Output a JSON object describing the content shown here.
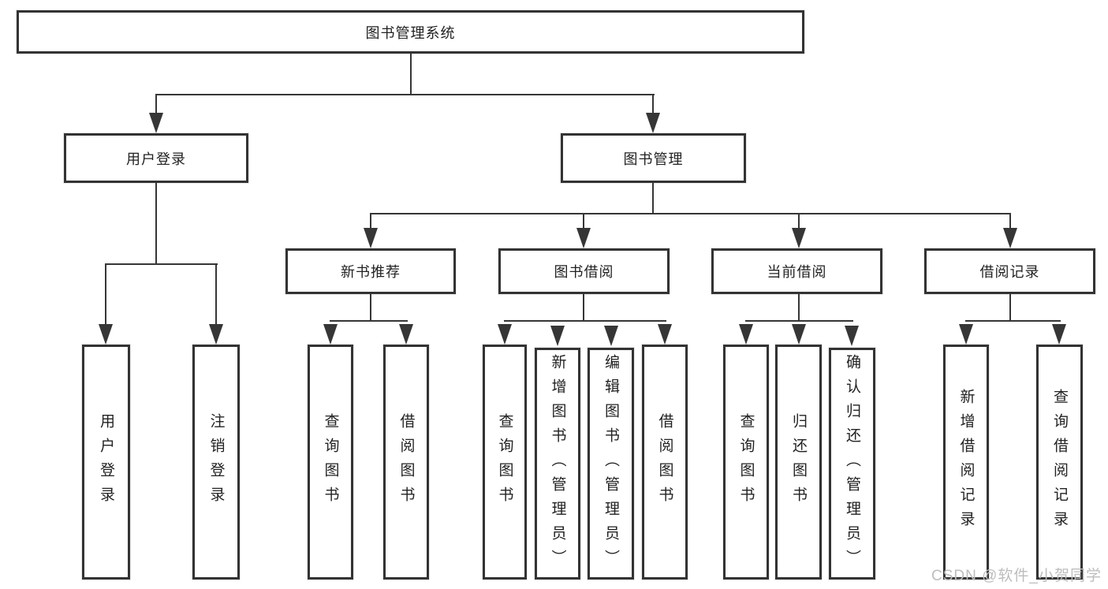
{
  "diagram": {
    "root": {
      "label": "图书管理系统"
    },
    "level2": [
      {
        "label": "用户登录"
      },
      {
        "label": "图书管理"
      }
    ],
    "level3": [
      {
        "label": "新书推荐"
      },
      {
        "label": "图书借阅"
      },
      {
        "label": "当前借阅"
      },
      {
        "label": "借阅记录"
      }
    ],
    "leaves": {
      "user_login": [
        {
          "label": "用户登录"
        },
        {
          "label": "注销登录"
        }
      ],
      "recommend": [
        {
          "label": "查询图书"
        },
        {
          "label": "借阅图书"
        }
      ],
      "borrow": [
        {
          "label": "查询图书"
        },
        {
          "label": "新增图书（管理员）"
        },
        {
          "label": "编辑图书（管理员）"
        },
        {
          "label": "借阅图书"
        }
      ],
      "current": [
        {
          "label": "查询图书"
        },
        {
          "label": "归还图书"
        },
        {
          "label": "确认归还（管理员）"
        }
      ],
      "records": [
        {
          "label": "新增借阅记录"
        },
        {
          "label": "查询借阅记录"
        }
      ]
    },
    "watermark": "CSDN @软件_小贺同学",
    "colors": {
      "line": "#363636",
      "border": "#333333",
      "text": "#222222",
      "watermark": "#bdbdbd",
      "background": "#ffffff"
    }
  }
}
